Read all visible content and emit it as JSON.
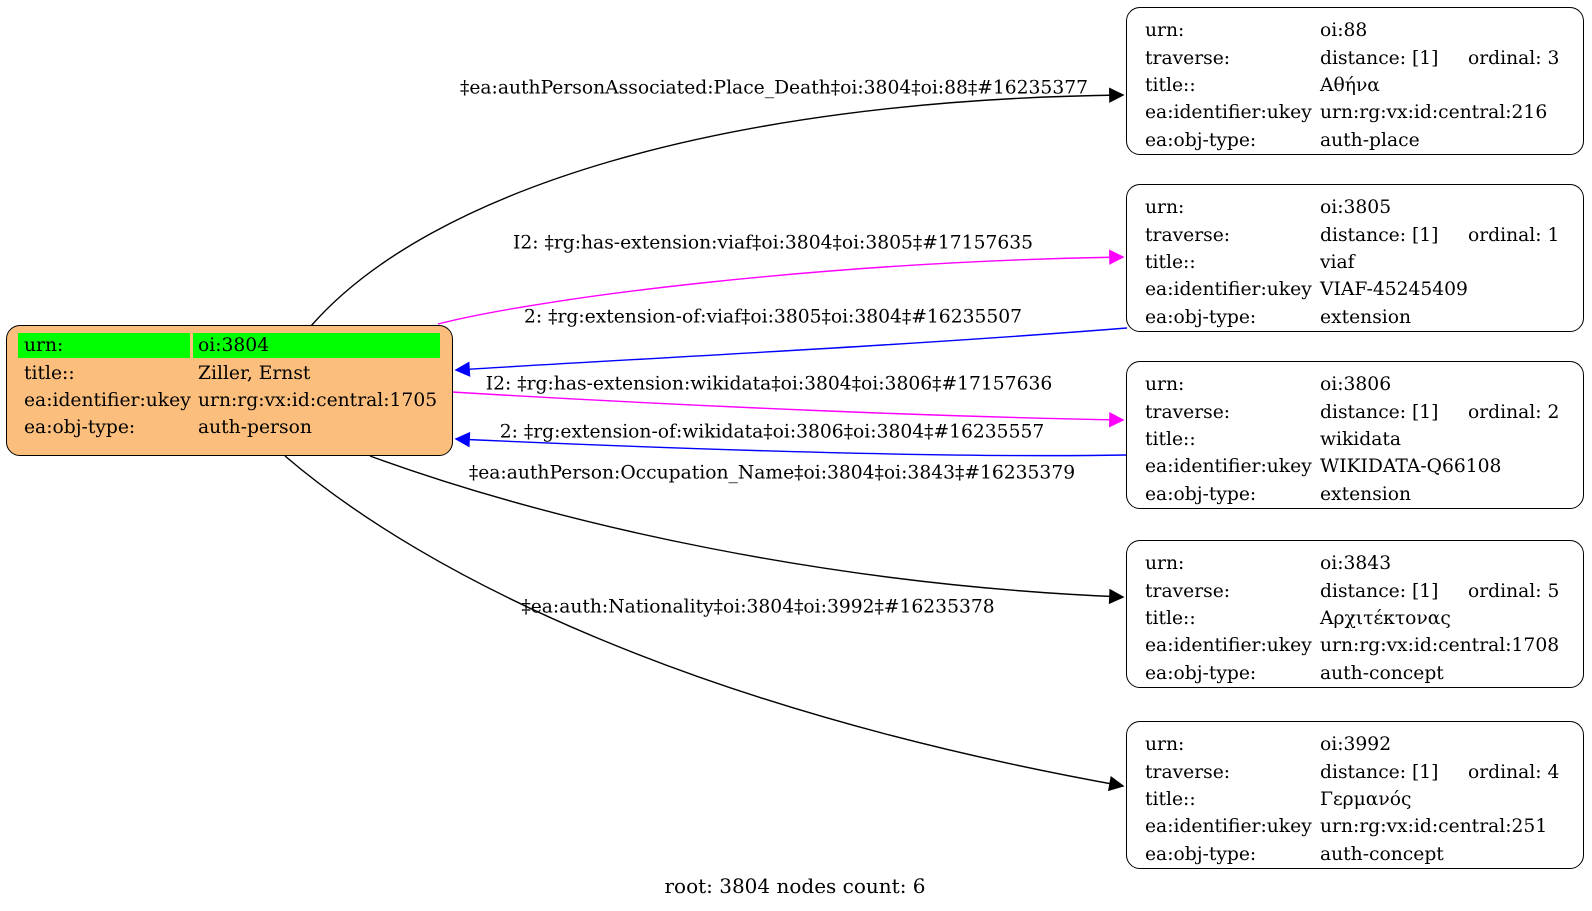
{
  "fields": {
    "urn": "urn:",
    "traverse": "traverse:",
    "title": "title::",
    "ukey": "ea:identifier:ukey",
    "objtype": "ea:obj-type:"
  },
  "root_node": {
    "urn": "oi:3804",
    "title": "Ziller, Ernst",
    "ukey": "urn:rg:vx:id:central:1705",
    "objtype": "auth-person"
  },
  "nodes": [
    {
      "urn": "oi:88",
      "distance": "distance: [1]",
      "ordinal": "ordinal: 3",
      "title": "Αθήνα",
      "ukey": "urn:rg:vx:id:central:216",
      "objtype": "auth-place"
    },
    {
      "urn": "oi:3805",
      "distance": "distance: [1]",
      "ordinal": "ordinal: 1",
      "title": "viaf",
      "ukey": "VIAF-45245409",
      "objtype": "extension"
    },
    {
      "urn": "oi:3806",
      "distance": "distance: [1]",
      "ordinal": "ordinal: 2",
      "title": "wikidata",
      "ukey": "WIKIDATA-Q66108",
      "objtype": "extension"
    },
    {
      "urn": "oi:3843",
      "distance": "distance: [1]",
      "ordinal": "ordinal: 5",
      "title": "Αρχιτέκτονας",
      "ukey": "urn:rg:vx:id:central:1708",
      "objtype": "auth-concept"
    },
    {
      "urn": "oi:3992",
      "distance": "distance: [1]",
      "ordinal": "ordinal: 4",
      "title": "Γερμανός",
      "ukey": "urn:rg:vx:id:central:251",
      "objtype": "auth-concept"
    }
  ],
  "edges": [
    {
      "label": "‡ea:authPersonAssociated:Place_Death‡oi:3804‡oi:88‡#16235377"
    },
    {
      "label": "I2: ‡rg:has-extension:viaf‡oi:3804‡oi:3805‡#17157635"
    },
    {
      "label": "2: ‡rg:extension-of:viaf‡oi:3805‡oi:3804‡#16235507"
    },
    {
      "label": "I2: ‡rg:has-extension:wikidata‡oi:3804‡oi:3806‡#17157636"
    },
    {
      "label": "2: ‡rg:extension-of:wikidata‡oi:3806‡oi:3804‡#16235557"
    },
    {
      "label": "‡ea:authPerson:Occupation_Name‡oi:3804‡oi:3843‡#16235379"
    },
    {
      "label": "‡ea:auth:Nationality‡oi:3804‡oi:3992‡#16235378"
    }
  ],
  "caption": "root: 3804 nodes count: 6",
  "colors": {
    "root_fill": "#fbbe7d",
    "highlight": "#00ff00",
    "edge_black": "#000000",
    "edge_magenta": "#ff00ff",
    "edge_blue": "#0000ff"
  }
}
